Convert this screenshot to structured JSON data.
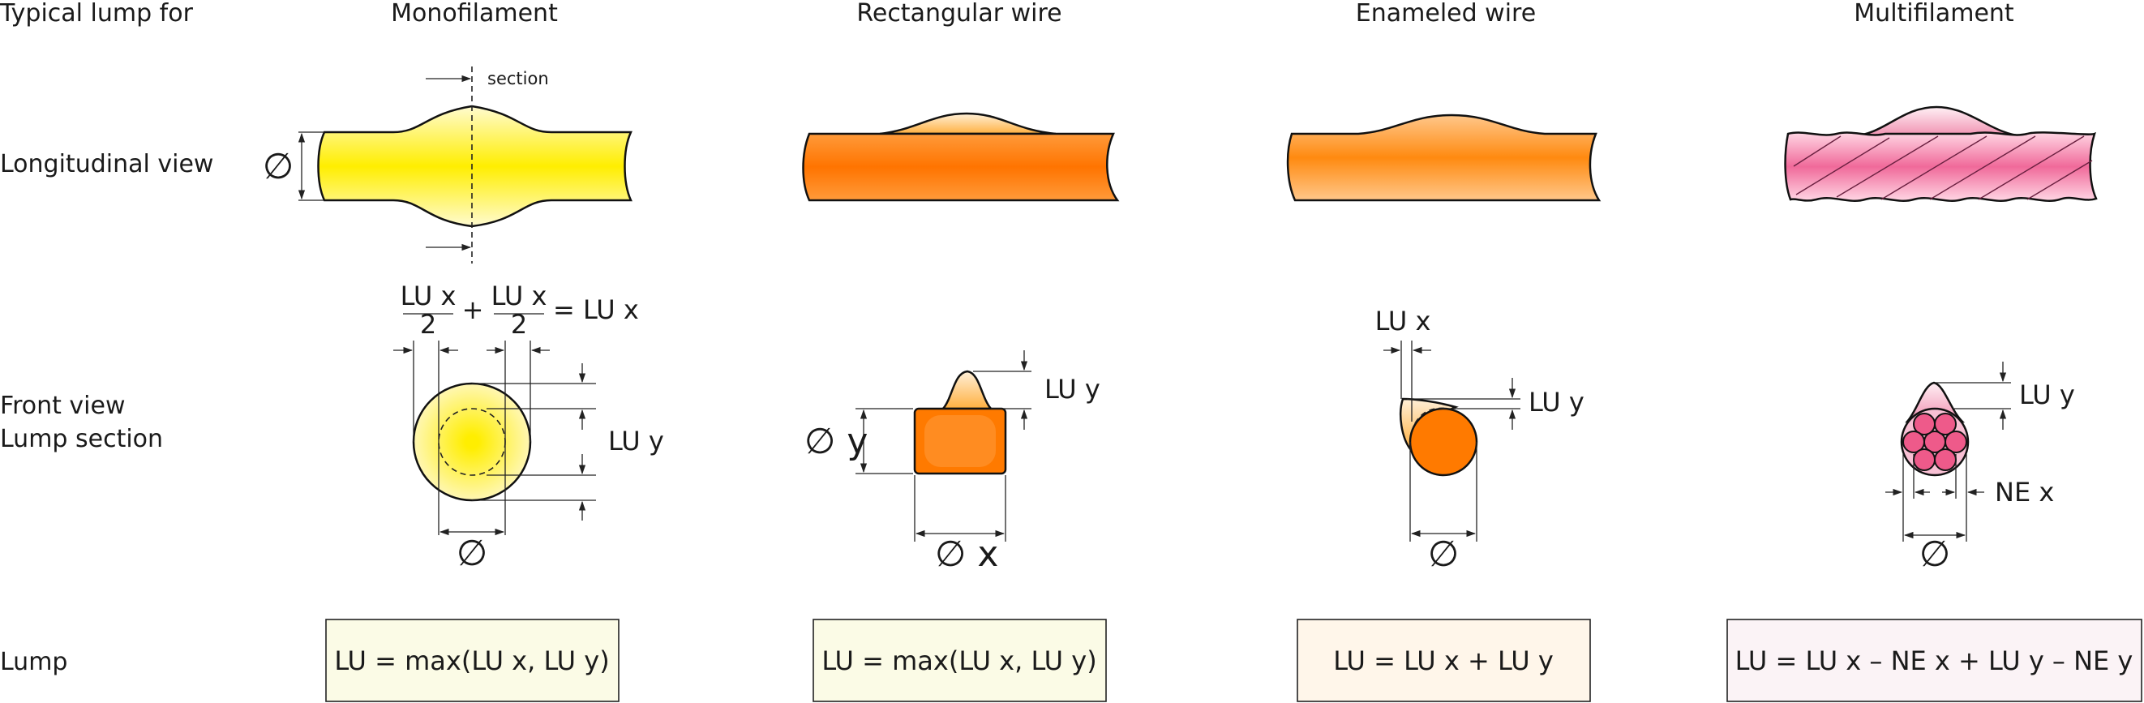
{
  "header": {
    "row_label": "Typical lump for",
    "columns": [
      "Monofilament",
      "Rectangular wire",
      "Enameled wire",
      "Multifilament"
    ]
  },
  "rows": {
    "longitudinal": "Longitudinal view",
    "front_view": "Front view",
    "lump_section": "Lump section",
    "lump": "Lump"
  },
  "annotations": {
    "section": "section",
    "diameter": "∅",
    "diameter_x": "∅ x",
    "diameter_y": "∅ y",
    "lu_x": "LU x",
    "lu_y": "LU y",
    "ne_x": "NE x",
    "half_numerator": "LU x",
    "half_denominator": "2",
    "plus": "+",
    "equals_lu_x": "= LU x"
  },
  "formulas": [
    "LU = max(LU x, LU y)",
    "LU = max(LU x, LU y)",
    "LU = LU x + LU y",
    "LU = LU x – NE x + LU y – NE y"
  ],
  "colors": {
    "monofilament": "#ffee00",
    "rectangular": "#ff7a00",
    "enameled": "#ff8a10",
    "multifilament": "#ee5a8a",
    "formula_box_1": "#fbfbe6",
    "formula_box_2": "#fbfbe6",
    "formula_box_3": "#fff6ea",
    "formula_box_4": "#fbf3f6"
  }
}
